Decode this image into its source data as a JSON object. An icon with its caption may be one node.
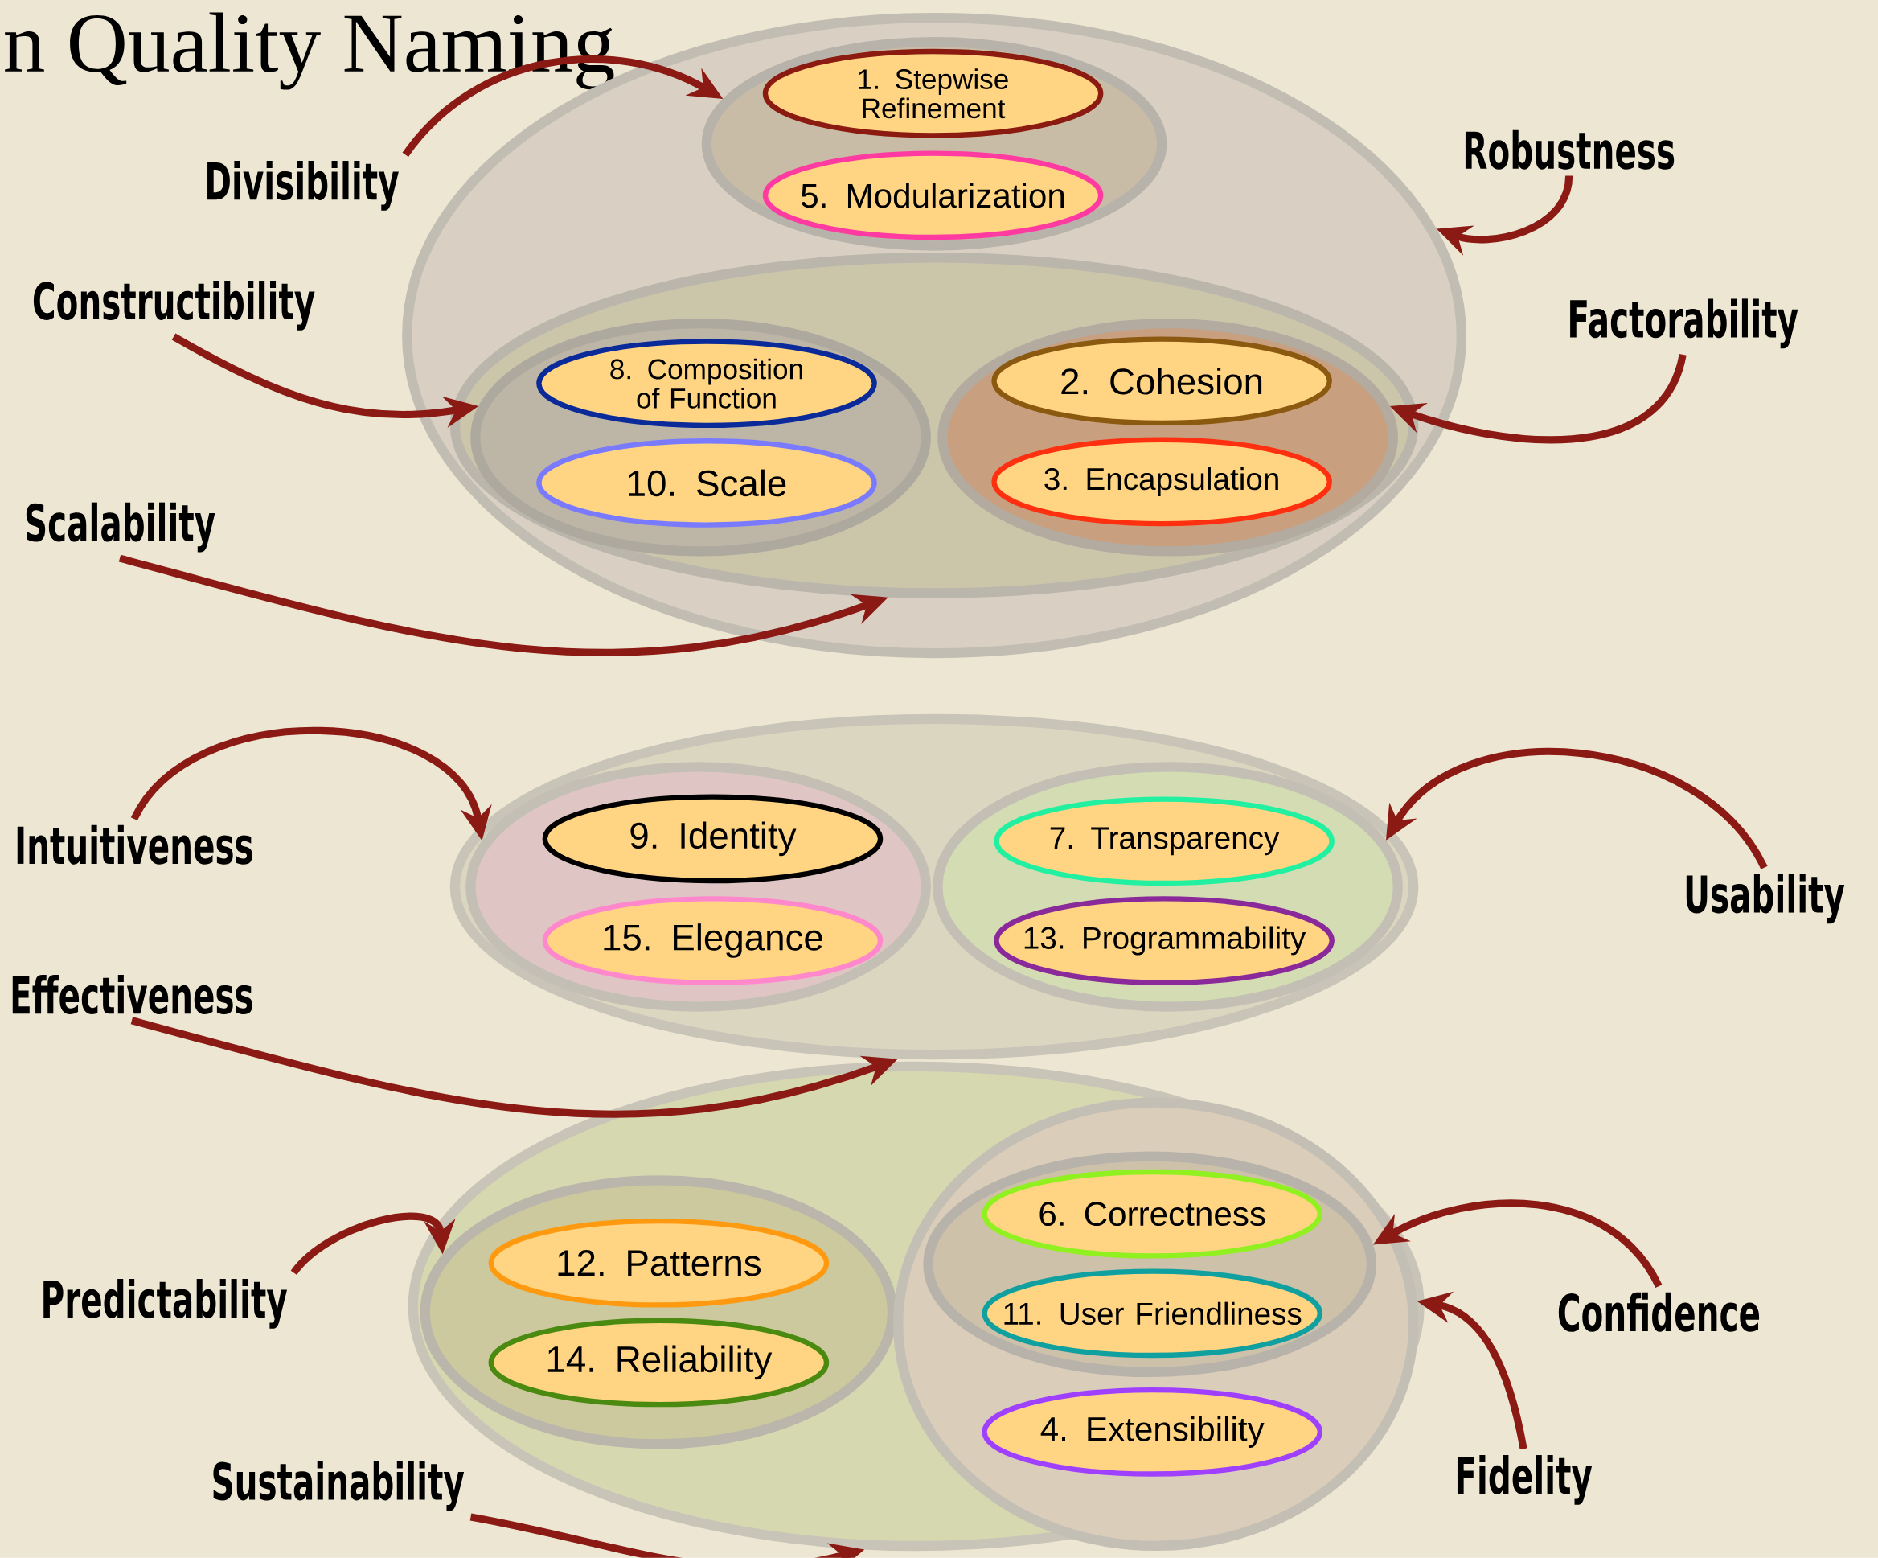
{
  "diagram": {
    "title": "n Quality Naming",
    "nodes": [
      {
        "text": [],
        "shape": "ellipse"
      },
      {
        "text": [],
        "shape": "ellipse",
        "in": 0
      },
      {
        "text": [
          "1. Stepwise Refinement"
        ],
        "in": 1
      },
      {
        "text": [
          "5. Modularization"
        ],
        "in": 1
      },
      {
        "text": [],
        "shape": "ellipse",
        "in": 0
      },
      {
        "text": [],
        "shape": "ellipse",
        "in": 4
      },
      {
        "text": [
          "8. Composition of Function"
        ],
        "in": 5
      },
      {
        "text": [
          "10. Scale"
        ],
        "in": 5
      },
      {
        "text": [],
        "shape": "ellipse",
        "in": 4
      },
      {
        "text": [
          "2. Cohesion"
        ],
        "in": 8
      },
      {
        "text": [
          "3. Encapsulation"
        ],
        "in": 8
      },
      {
        "text": [],
        "shape": "ellipse"
      },
      {
        "text": [],
        "shape": "ellipse",
        "in": 11
      },
      {
        "text": [
          "9. Identity"
        ],
        "in": 12
      },
      {
        "text": [
          "15. Elegance"
        ],
        "in": 12
      },
      {
        "text": [],
        "shape": "ellipse",
        "in": 11
      },
      {
        "text": [
          "7. Transparency"
        ],
        "in": 15
      },
      {
        "text": [
          "13. Programmability"
        ],
        "in": 15
      },
      {
        "text": [],
        "shape": "ellipse"
      },
      {
        "text": [],
        "shape": "ellipse",
        "in": 18
      },
      {
        "text": [
          "12. Patterns"
        ],
        "in": 19
      },
      {
        "text": [
          "14. Reliability"
        ],
        "in": 19
      },
      {
        "text": [],
        "shape": "ellipse",
        "in": 18
      },
      {
        "text": [],
        "shape": "ellipse",
        "in": 22
      },
      {
        "text": [
          "6. Correctness"
        ],
        "in": 23
      },
      {
        "text": [
          "11. User Friendliness"
        ],
        "in": 23
      },
      {
        "text": [
          "4. Extensibility"
        ],
        "in": 22
      },
      {
        "text": [
          "Divisibility"
        ]
      },
      {
        "text": [
          "Robustness"
        ]
      },
      {
        "text": [
          "Constructibility"
        ]
      },
      {
        "text": [
          "Factorability"
        ]
      },
      {
        "text": [
          "Scalability"
        ]
      },
      {
        "text": [
          "Intuitiveness"
        ]
      },
      {
        "text": [
          "Usability"
        ]
      },
      {
        "text": [
          "Effectiveness"
        ]
      },
      {
        "text": [
          "Predictability"
        ]
      },
      {
        "text": [
          "Confidence"
        ]
      },
      {
        "text": [
          "Sustainability"
        ]
      },
      {
        "text": [
          "Fidelity"
        ]
      }
    ],
    "edges": [
      {
        "from": 27,
        "to": 1,
        "arrow": "to"
      },
      {
        "from": 28,
        "to": 0,
        "arrow": "to"
      },
      {
        "from": 29,
        "to": 5,
        "arrow": "to"
      },
      {
        "from": 30,
        "to": 8,
        "arrow": "to"
      },
      {
        "from": 31,
        "to": 4,
        "arrow": "to"
      },
      {
        "from": 32,
        "to": 12,
        "arrow": "to"
      },
      {
        "from": 33,
        "to": 15,
        "arrow": "to"
      },
      {
        "from": 34,
        "to": 11,
        "arrow": "to"
      },
      {
        "from": 35,
        "to": 19,
        "arrow": "to"
      },
      {
        "from": 36,
        "to": 23,
        "arrow": "to"
      },
      {
        "from": 38,
        "to": 22,
        "arrow": "to"
      },
      {
        "from": 37,
        "to": 18,
        "arrow": "to"
      }
    ]
  }
}
